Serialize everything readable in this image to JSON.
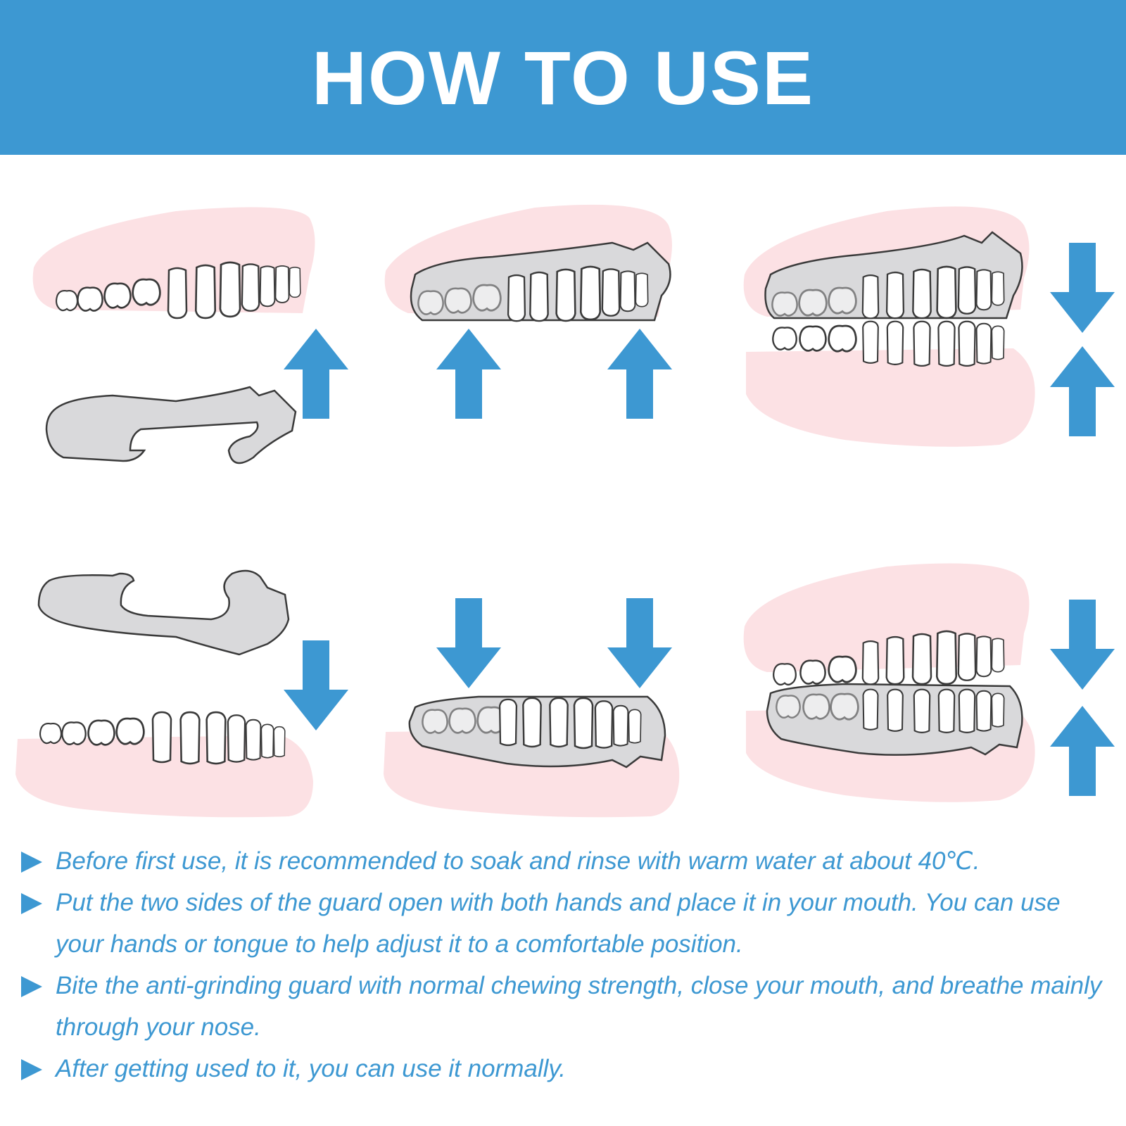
{
  "header": {
    "title": "HOW TO USE"
  },
  "colors": {
    "accent": "#3d98d2",
    "gum": "#fce1e4",
    "guard": "#d9d9db",
    "tooth_outline": "#3a3a3a"
  },
  "illustration": {
    "panels": [
      {
        "name": "place-guard-on-upper-teeth",
        "arrows": [
          "up"
        ]
      },
      {
        "name": "guard-on-upper-teeth",
        "arrows": [
          "up",
          "up"
        ]
      },
      {
        "name": "bite-upper-guard",
        "arrows": [
          "down",
          "up"
        ]
      },
      {
        "name": "place-guard-on-lower-teeth",
        "arrows": [
          "down"
        ]
      },
      {
        "name": "guard-on-lower-teeth",
        "arrows": [
          "down",
          "down"
        ]
      },
      {
        "name": "bite-lower-guard",
        "arrows": [
          "down",
          "up"
        ]
      }
    ]
  },
  "instructions": [
    {
      "icon": "triangle-bullet-icon",
      "text": "Before first use, it is recommended to soak and rinse with warm water at about 40℃."
    },
    {
      "icon": "triangle-bullet-icon",
      "text": "Put the two sides of the guard open with both hands and place it in your mouth. You can use your hands or tongue to help adjust it to a comfortable position."
    },
    {
      "icon": "triangle-bullet-icon",
      "text": "Bite the anti-grinding guard with normal chewing strength, close your mouth, and breathe mainly through your nose."
    },
    {
      "icon": "triangle-bullet-icon",
      "text": "After getting used to it, you can use it normally."
    }
  ]
}
